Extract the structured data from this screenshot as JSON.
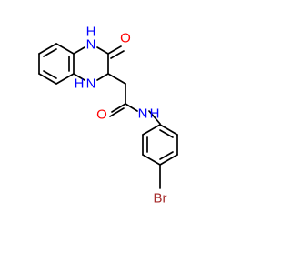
{
  "molecule": {
    "atoms": {
      "nh_top": {
        "text": "N",
        "h": "H",
        "color": "#0000ff"
      },
      "nh_left": {
        "text": "N",
        "h": "H",
        "color": "#0000ff"
      },
      "nh_amide": {
        "text": "N",
        "h": "H",
        "color": "#0000ff"
      },
      "o_ring": {
        "text": "O",
        "color": "#ff0000"
      },
      "o_amide": {
        "text": "O",
        "color": "#ff0000"
      },
      "br": {
        "text": "Br",
        "color": "#a52a2a"
      }
    },
    "bond_color": "#000000"
  }
}
